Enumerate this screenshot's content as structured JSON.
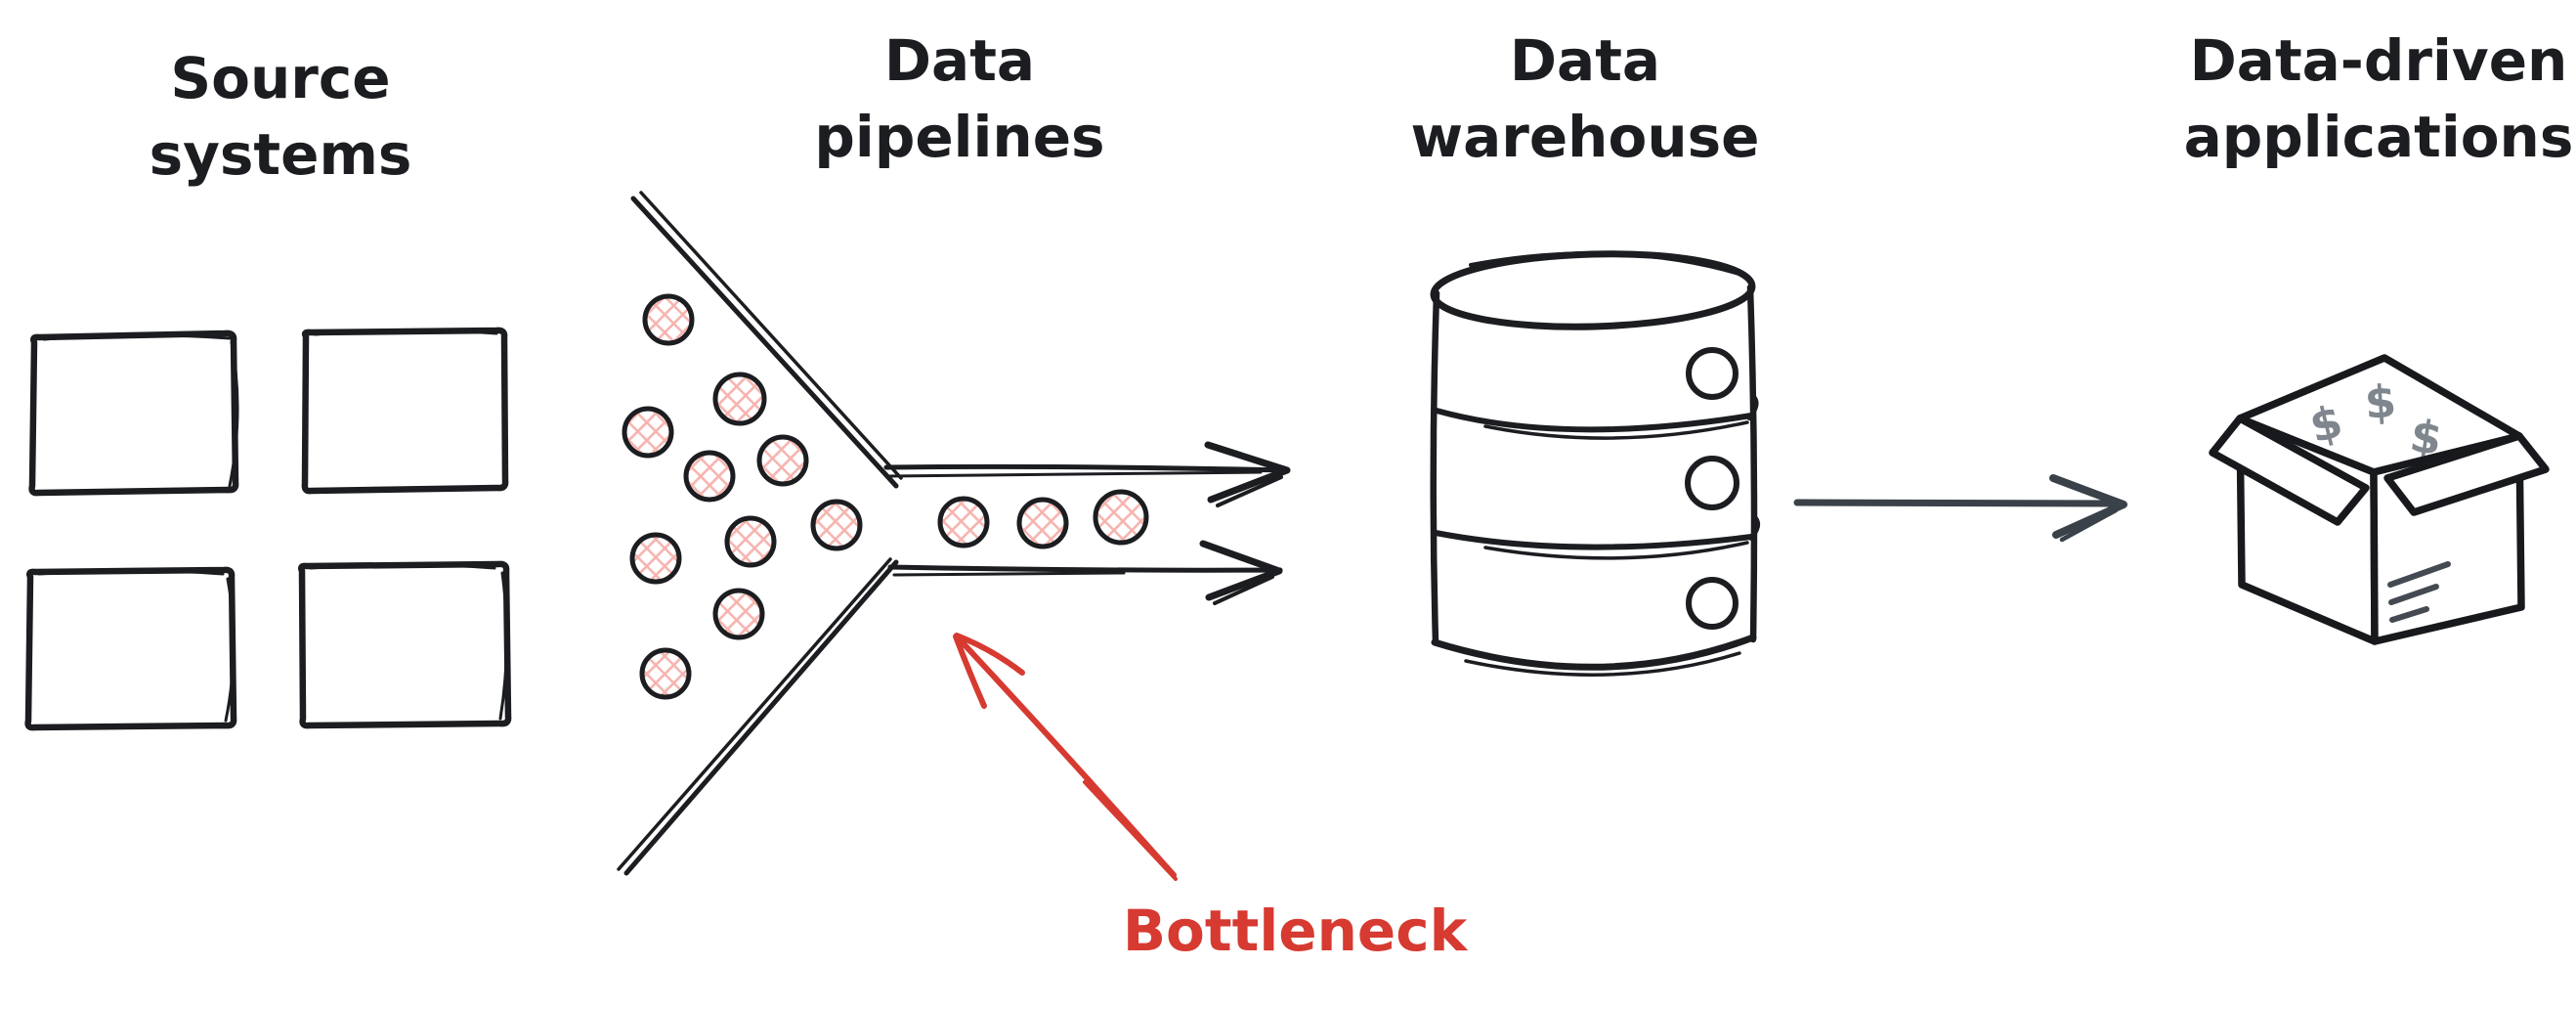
{
  "page": {
    "background": "#ffffff"
  },
  "colors": {
    "ink": "#1b1d20",
    "accent_red": "#d63a31",
    "flow_arrow_slate": "#3a4149",
    "dot_hatch_pink": "#f6b3ae",
    "dollar_gray": "#7f868e",
    "box_label_gray": "#454a52"
  },
  "stages": [
    {
      "id": "source-systems",
      "label": "Source\nsystems"
    },
    {
      "id": "data-pipelines",
      "label": "Data\npipelines"
    },
    {
      "id": "data-warehouse",
      "label": "Data\nwarehouse"
    },
    {
      "id": "data-driven-applications",
      "label": "Data-driven\napplications"
    }
  ],
  "annotation": {
    "label": "Bottleneck",
    "color": "#d63a31"
  },
  "icons": {
    "source_boxes": {
      "name": "source-boxes-icon",
      "count": 4
    },
    "funnel": {
      "name": "funnel-icon",
      "dots_before_neck": 10,
      "dots_in_neck": 3
    },
    "database": {
      "name": "database-icon",
      "segments": 3
    },
    "flow_arrow": {
      "name": "flow-arrow-icon"
    },
    "money_box": {
      "name": "money-box-icon",
      "dollar": "$",
      "dollar_count": 3
    },
    "bottleneck_arrow": {
      "name": "bottleneck-arrow-icon"
    }
  }
}
